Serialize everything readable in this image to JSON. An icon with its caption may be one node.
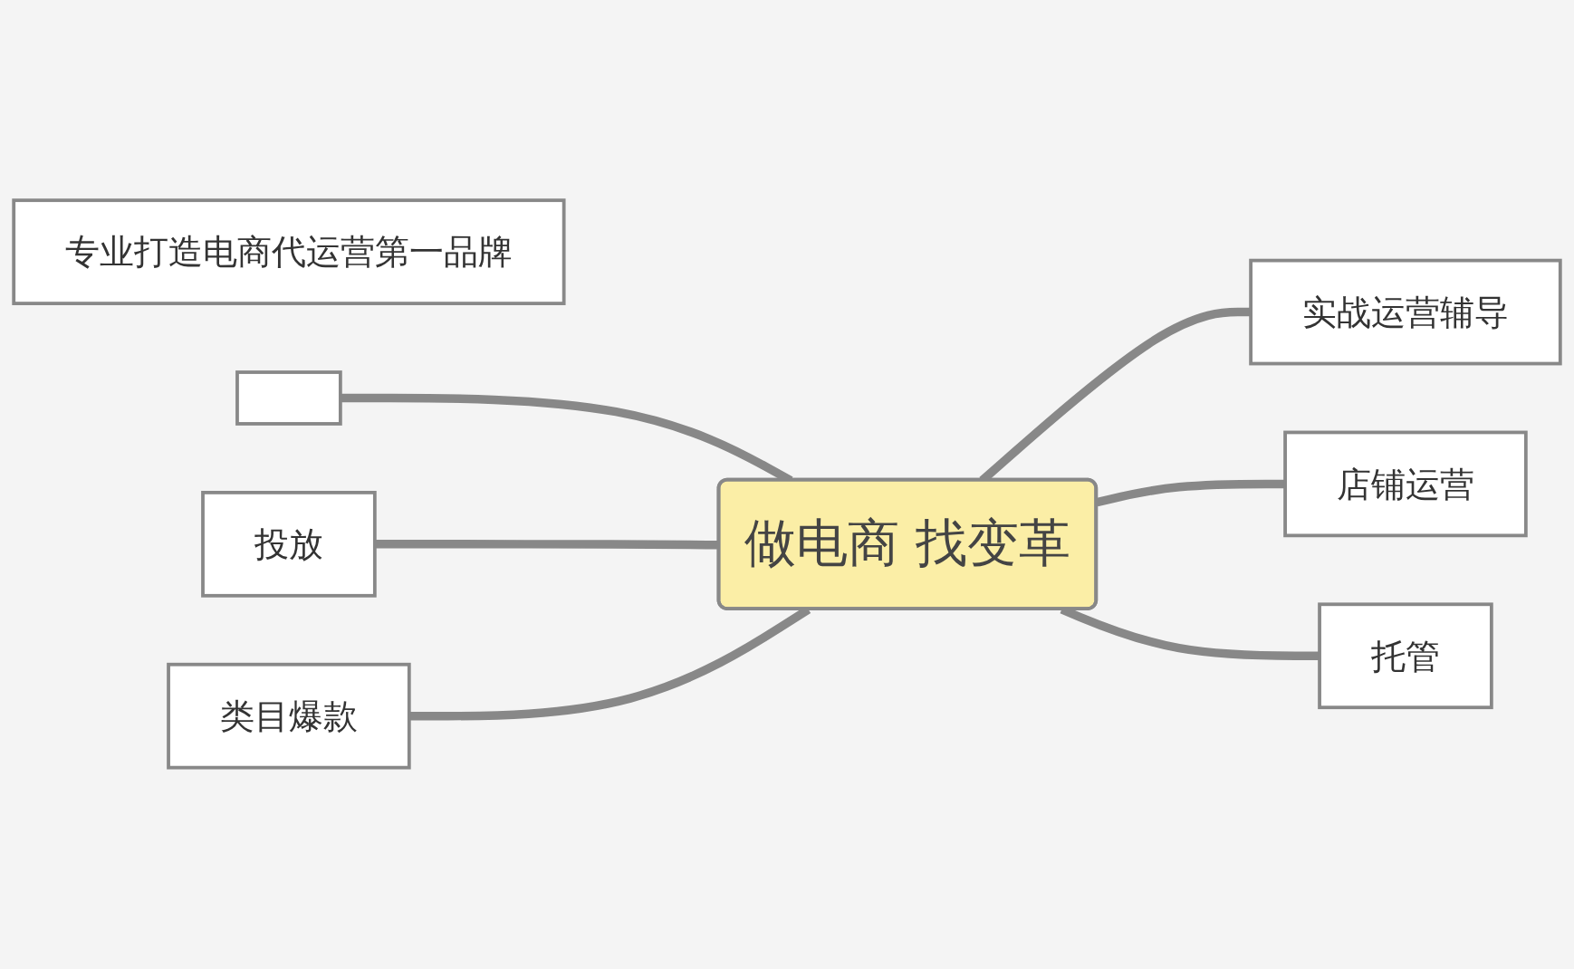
{
  "diagram": {
    "nodes": [
      {
        "text": [
          "专业打造电商代运营第一品牌"
        ]
      },
      {
        "text": [],
        "shape": "box"
      },
      {
        "text": [
          "实战运营辅导"
        ]
      },
      {
        "text": [
          "投放"
        ]
      },
      {
        "text": [
          "做电商 找变革"
        ]
      },
      {
        "text": [
          "店铺运营"
        ]
      },
      {
        "text": [
          "类目爆款"
        ]
      },
      {
        "text": [
          "托管"
        ]
      }
    ],
    "edges": [
      {
        "from": 1,
        "to": 4,
        "arrow": "none"
      },
      {
        "from": 4,
        "to": 2,
        "arrow": "none"
      },
      {
        "from": 3,
        "to": 4,
        "arrow": "none"
      },
      {
        "from": 4,
        "to": 5,
        "arrow": "none"
      },
      {
        "from": 6,
        "to": 4,
        "arrow": "none"
      },
      {
        "from": 4,
        "to": 7,
        "arrow": "none"
      }
    ]
  }
}
